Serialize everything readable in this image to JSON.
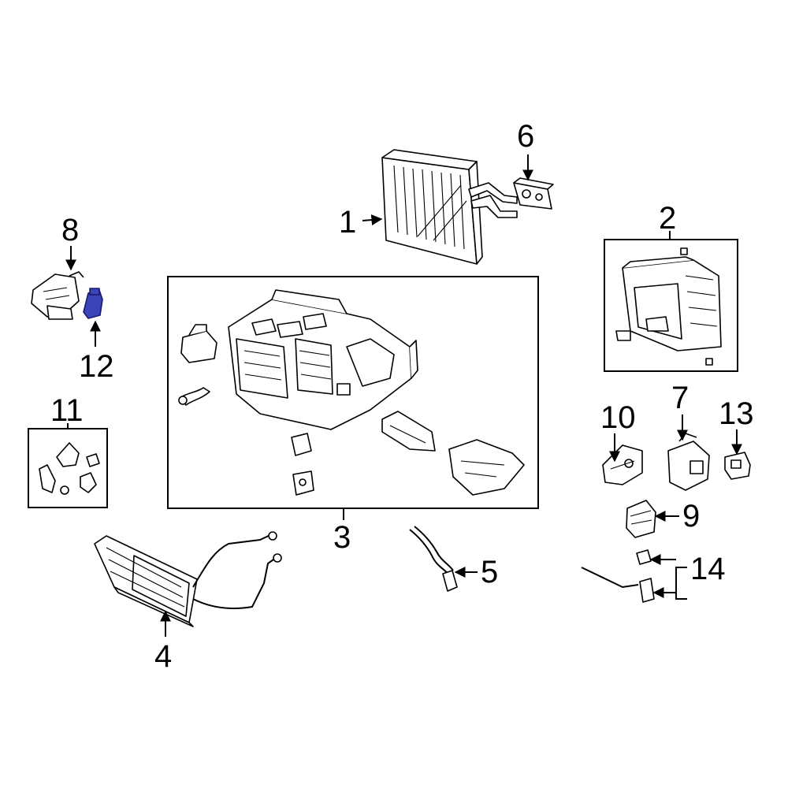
{
  "diagram": {
    "highlight_color": "#3b44b8",
    "callouts": [
      {
        "id": "1",
        "label": "1"
      },
      {
        "id": "2",
        "label": "2"
      },
      {
        "id": "3",
        "label": "3"
      },
      {
        "id": "4",
        "label": "4"
      },
      {
        "id": "5",
        "label": "5"
      },
      {
        "id": "6",
        "label": "6"
      },
      {
        "id": "7",
        "label": "7"
      },
      {
        "id": "8",
        "label": "8"
      },
      {
        "id": "9",
        "label": "9"
      },
      {
        "id": "10",
        "label": "10"
      },
      {
        "id": "11",
        "label": "11"
      },
      {
        "id": "12",
        "label": "12"
      },
      {
        "id": "13",
        "label": "13"
      },
      {
        "id": "14",
        "label": "14"
      }
    ]
  }
}
